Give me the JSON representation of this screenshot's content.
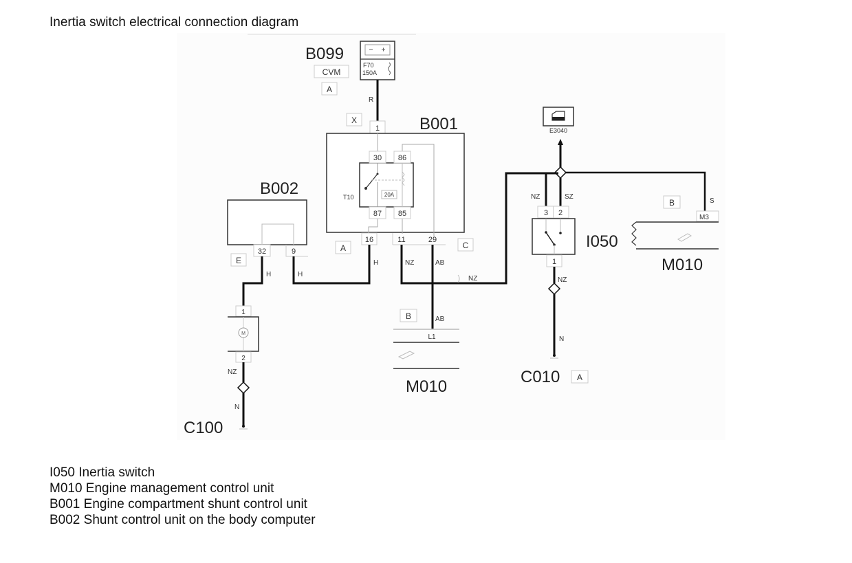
{
  "title": "Inertia switch electrical connection diagram",
  "diagram": {
    "components": {
      "b099": {
        "id": "B099",
        "tag": "CVM",
        "connector": "A",
        "fuse_id": "F70",
        "fuse_rating": "150A"
      },
      "b001": {
        "id": "B001",
        "relay_id": "T10",
        "relay_fuse": "20A",
        "input_pin": "1",
        "input_connector": "X",
        "relay_pins": [
          "30",
          "86",
          "87",
          "85"
        ],
        "output_pins": [
          "16",
          "11",
          "29"
        ],
        "connector_left": "A",
        "connector_right": "C"
      },
      "b002": {
        "id": "B002",
        "connector": "E",
        "pins": [
          "32",
          "9"
        ]
      },
      "motor": {
        "symbol": "M",
        "pins": [
          "1",
          "2"
        ]
      },
      "c100": {
        "id": "C100"
      },
      "m010_left": {
        "id": "M010",
        "connector": "B",
        "pin": "L1"
      },
      "e3040": {
        "id": "E3040"
      },
      "i050": {
        "id": "I050",
        "pins": [
          "3",
          "2",
          "1"
        ]
      },
      "m010_right": {
        "id": "M010",
        "connector": "B",
        "pin": "M3"
      },
      "c010": {
        "id": "C010",
        "connector": "A"
      }
    },
    "wires": {
      "b099_b001": "R",
      "b002_32": "H",
      "b002_9": "H",
      "b001_16": "H",
      "b001_11": "NZ",
      "b001_29": "AB",
      "m010_ab": "AB",
      "bridge_nz": "NZ",
      "motor_2": "NZ",
      "motor_ground": "N",
      "i050_3": "NZ",
      "i050_2": "SZ",
      "m010_s": "S",
      "i050_1": "NZ",
      "c010_ground": "N"
    }
  },
  "legend": [
    "I050 Inertia switch",
    "M010 Engine management control unit",
    "B001 Engine compartment shunt control unit",
    "B002 Shunt control unit on the body computer"
  ]
}
